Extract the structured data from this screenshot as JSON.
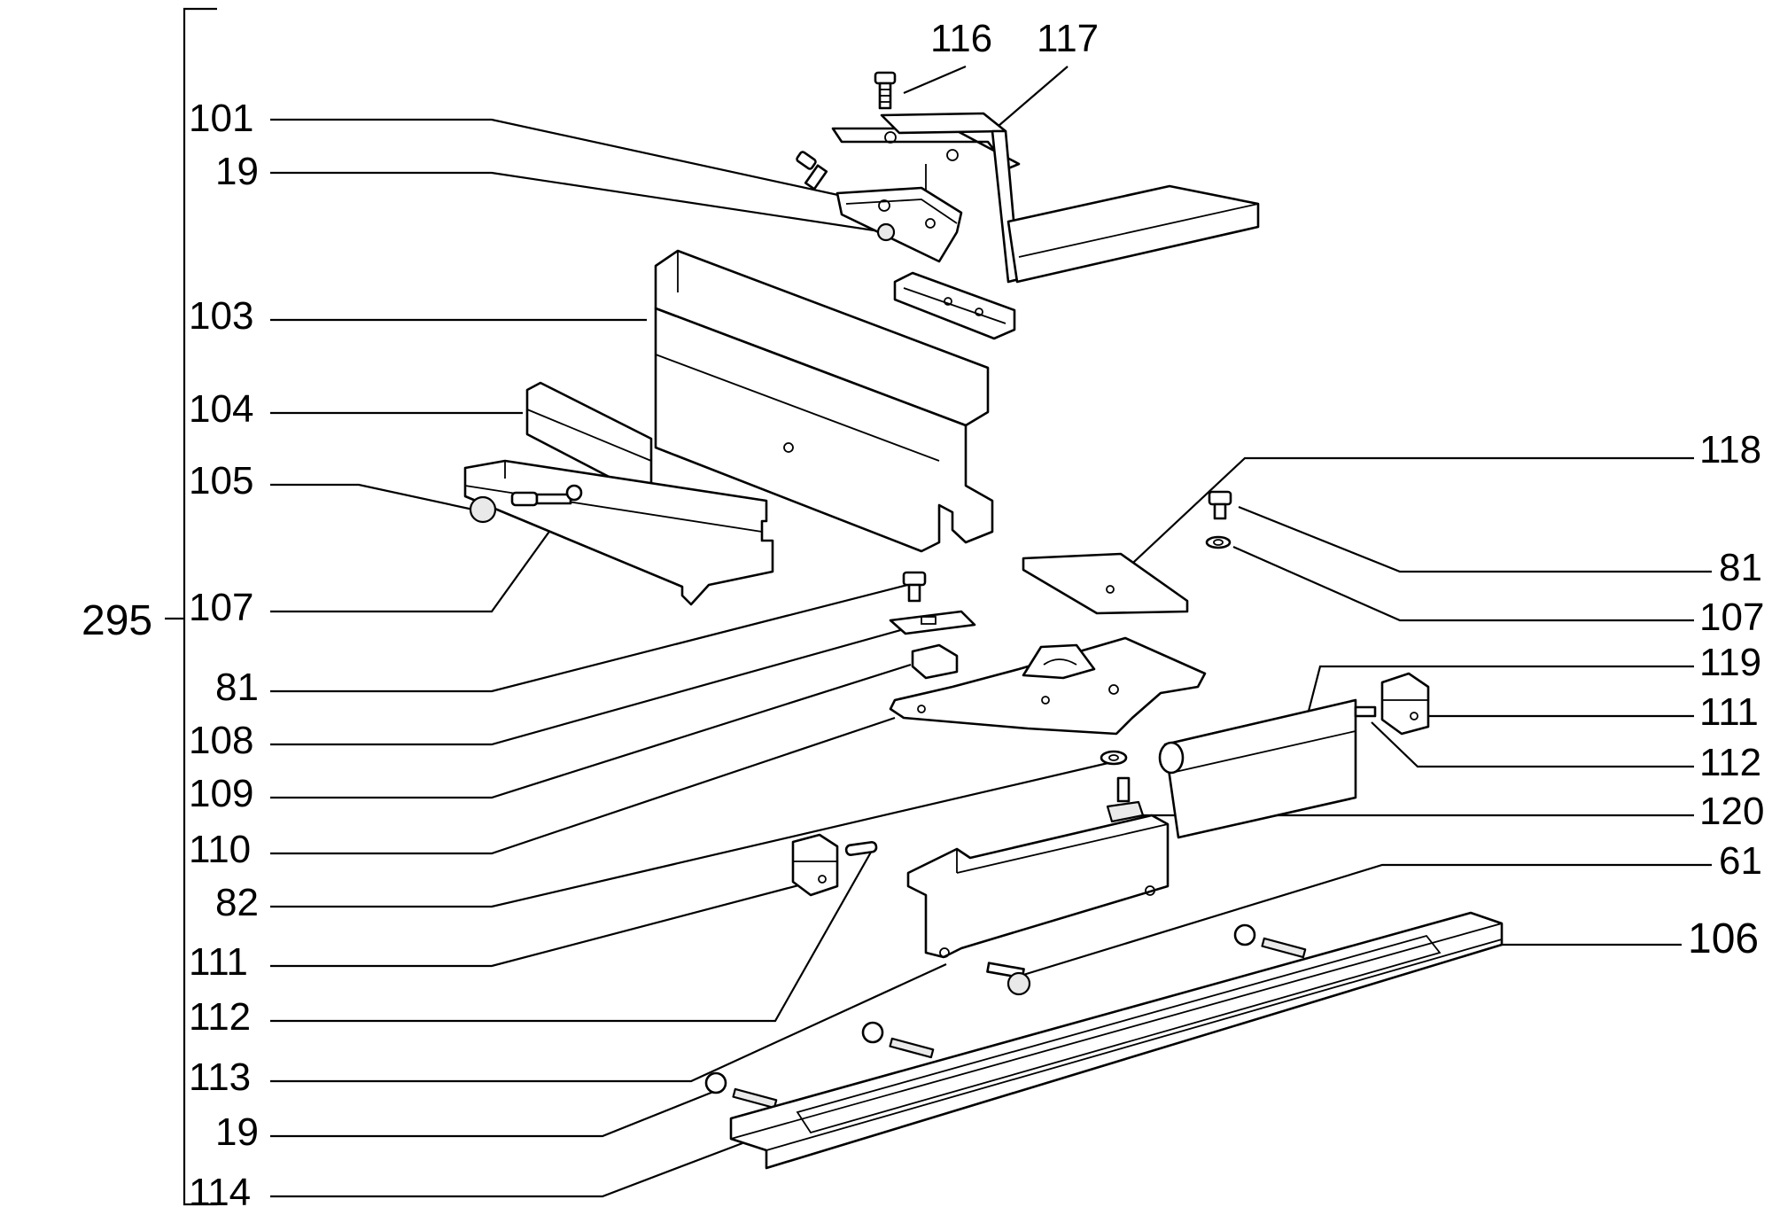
{
  "diagram": {
    "group_label": "295",
    "left_labels": {
      "l101": "101",
      "l19a": "19",
      "l103": "103",
      "l104": "104",
      "l105": "105",
      "l107": "107",
      "l81": "81",
      "l108": "108",
      "l109": "109",
      "l110": "110",
      "l82": "82",
      "l111": "111",
      "l112": "112",
      "l113": "113",
      "l19b": "19",
      "l114": "114"
    },
    "top_labels": {
      "l116": "116",
      "l117": "117"
    },
    "right_labels": {
      "l118": "118",
      "l81": "81",
      "l107": "107",
      "l119": "119",
      "l111": "111",
      "l112": "112",
      "l120": "120",
      "l61": "61",
      "l106": "106"
    }
  }
}
